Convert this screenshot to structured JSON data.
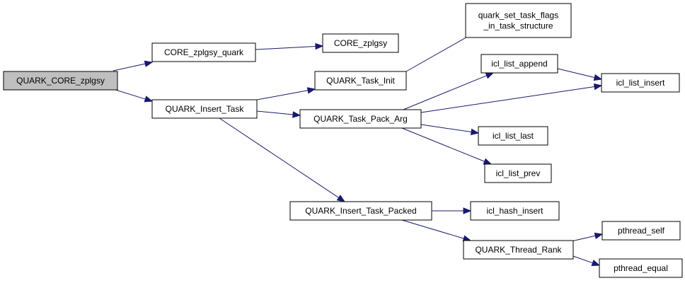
{
  "colors": {
    "edge": "#191970",
    "root_fill": "#bfbfbf",
    "node_fill": "#ffffff",
    "border": "#000000"
  },
  "nodes": {
    "quark_core_zplgsy": {
      "lines": [
        "QUARK_CORE_zplgsy"
      ],
      "root": true
    },
    "core_zplgsy_quark": {
      "lines": [
        "CORE_zplgsy_quark"
      ]
    },
    "quark_insert_task": {
      "lines": [
        "QUARK_Insert_Task"
      ]
    },
    "core_zplgsy": {
      "lines": [
        "CORE_zplgsy"
      ]
    },
    "quark_task_init": {
      "lines": [
        "QUARK_Task_Init"
      ]
    },
    "quark_task_pack_arg": {
      "lines": [
        "QUARK_Task_Pack_Arg"
      ]
    },
    "quark_insert_task_packed": {
      "lines": [
        "QUARK_Insert_Task_Packed"
      ]
    },
    "quark_set_task_flags": {
      "lines": [
        "quark_set_task_flags",
        "_in_task_structure"
      ]
    },
    "icl_list_append": {
      "lines": [
        "icl_list_append"
      ]
    },
    "icl_list_insert": {
      "lines": [
        "icl_list_insert"
      ]
    },
    "icl_list_last": {
      "lines": [
        "icl_list_last"
      ]
    },
    "icl_list_prev": {
      "lines": [
        "icl_list_prev"
      ]
    },
    "icl_hash_insert": {
      "lines": [
        "icl_hash_insert"
      ]
    },
    "quark_thread_rank": {
      "lines": [
        "QUARK_Thread_Rank"
      ]
    },
    "pthread_self": {
      "lines": [
        "pthread_self"
      ]
    },
    "pthread_equal": {
      "lines": [
        "pthread_equal"
      ]
    }
  },
  "edges": [
    [
      "quark_core_zplgsy",
      "core_zplgsy_quark"
    ],
    [
      "quark_core_zplgsy",
      "quark_insert_task"
    ],
    [
      "core_zplgsy_quark",
      "core_zplgsy"
    ],
    [
      "quark_insert_task",
      "quark_task_init"
    ],
    [
      "quark_insert_task",
      "quark_task_pack_arg"
    ],
    [
      "quark_insert_task",
      "quark_insert_task_packed"
    ],
    [
      "quark_task_init",
      "quark_set_task_flags"
    ],
    [
      "quark_task_pack_arg",
      "icl_list_append"
    ],
    [
      "quark_task_pack_arg",
      "icl_list_insert"
    ],
    [
      "quark_task_pack_arg",
      "icl_list_last"
    ],
    [
      "quark_task_pack_arg",
      "icl_list_prev"
    ],
    [
      "icl_list_append",
      "icl_list_insert"
    ],
    [
      "quark_insert_task_packed",
      "icl_hash_insert"
    ],
    [
      "quark_insert_task_packed",
      "quark_thread_rank"
    ],
    [
      "quark_thread_rank",
      "pthread_self"
    ],
    [
      "quark_thread_rank",
      "pthread_equal"
    ]
  ]
}
